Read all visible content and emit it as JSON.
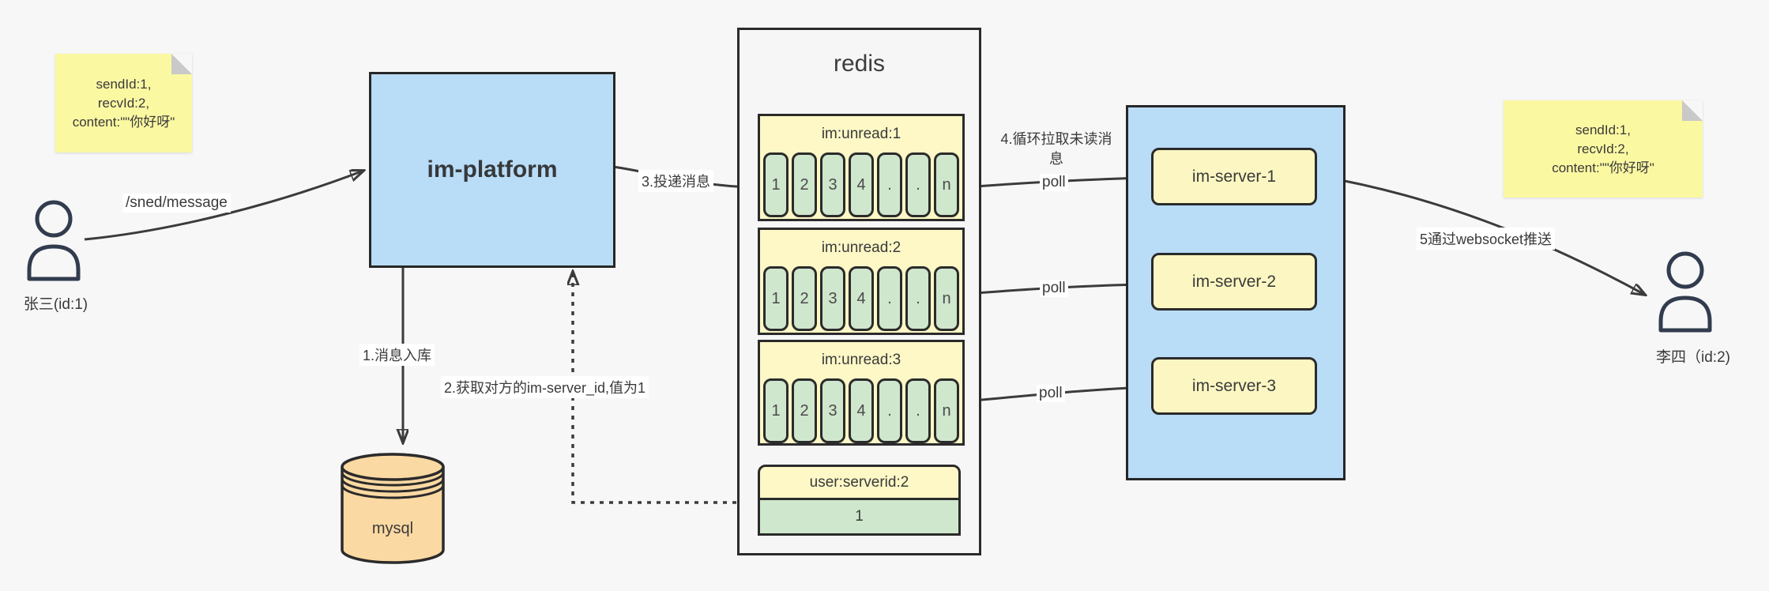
{
  "diagram": {
    "left_note": {
      "lines": [
        "sendId:1,",
        "recvId:2,",
        "content:\"\"你好呀\""
      ]
    },
    "right_note": {
      "lines": [
        "sendId:1,",
        "recvId:2,",
        "content:\"\"你好呀\""
      ]
    },
    "sender": {
      "label": "张三(id:1)"
    },
    "receiver": {
      "label": "李四（id:2)"
    },
    "platform": {
      "label": "im-platform"
    },
    "mysql": {
      "label": "mysql"
    },
    "redis": {
      "title": "redis",
      "queues": [
        {
          "name": "im:unread:1",
          "cells": [
            "1",
            "2",
            "3",
            "4",
            ".",
            ".",
            "n"
          ]
        },
        {
          "name": "im:unread:2",
          "cells": [
            "1",
            "2",
            "3",
            "4",
            ".",
            ".",
            "n"
          ]
        },
        {
          "name": "im:unread:3",
          "cells": [
            "1",
            "2",
            "3",
            "4",
            ".",
            ".",
            "n"
          ]
        }
      ],
      "kv": {
        "name": "user:serverid:2",
        "value": "1"
      }
    },
    "servers": [
      {
        "label": "im-server-1"
      },
      {
        "label": "im-server-2"
      },
      {
        "label": "im-server-3"
      }
    ],
    "labels": {
      "send": "/sned/message",
      "store": "1.消息入库",
      "fetch": "2.获取对方的im-server_id,值为1",
      "deliver": "3.投递消息",
      "pull_line1": "4.循环拉取未读消",
      "pull_line2": "息",
      "poll": "poll",
      "push": "5通过websocket推送"
    },
    "colors": {
      "background": "#f7f7f8",
      "platform_blue": "#b9dcf7",
      "note_yellow": "#fbf8a2",
      "header_yellow": "#fdf8c6",
      "cell_green": "#cfe7cd",
      "server_yellow": "#fcf7c2",
      "mysql_orange": "#fbd9a2",
      "border_dark": "#2b2b2b",
      "arrow": "#3b3b3b"
    }
  }
}
